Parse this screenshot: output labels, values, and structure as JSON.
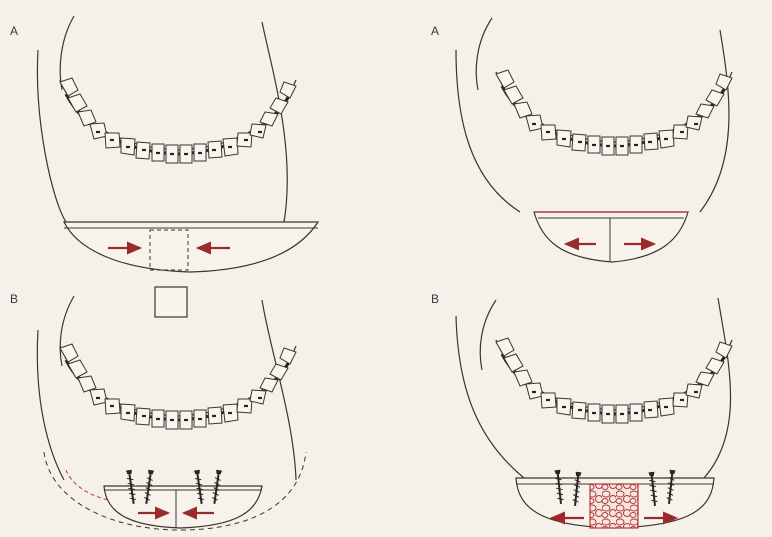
{
  "panels": {
    "top_left": {
      "label": "A"
    },
    "top_right": {
      "label": "A"
    },
    "bottom_left": {
      "label": "B"
    },
    "bottom_right": {
      "label": "B"
    }
  },
  "colors": {
    "ink": "#3a3530",
    "arrow": "#9b2a2a",
    "paper": "#f5f0ea",
    "graft": "#b23a3a"
  }
}
